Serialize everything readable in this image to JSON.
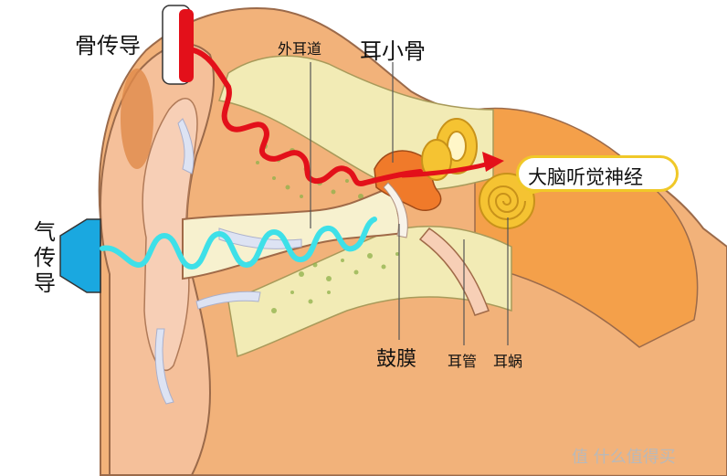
{
  "labels": {
    "bone_conduction": "骨传导",
    "outer_ear_canal": "外耳道",
    "ossicles": "耳小骨",
    "auditory_nerve": "大脑听觉神经",
    "air_conduction": [
      "气",
      "传",
      "导"
    ],
    "eardrum": "鼓膜",
    "ear_tube": "耳管",
    "cochlea": "耳蜗"
  },
  "watermark": "值 什么值得买",
  "colors": {
    "skin_outer": "#f2b27a",
    "skin_inner": "#f7cfb6",
    "canal": "#f7f1cf",
    "bone": "#f2ebb5",
    "bone_conduction_wave": "#e3101a",
    "air_conduction_wave": "#3ee0e8",
    "speaker": "#1aa8e0",
    "bone_pad": "#e3101a",
    "cochlea": "#f5c332",
    "nerve_highlight": "#f0c828"
  }
}
